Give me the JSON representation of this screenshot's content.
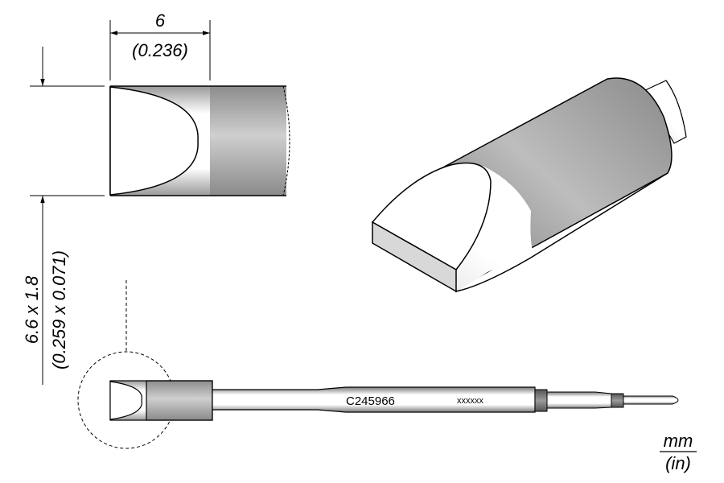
{
  "drawing": {
    "part_number": "C245966",
    "marking_placeholder": "xxxxxx",
    "width_dimension": {
      "mm": "6",
      "in": "(0.236)"
    },
    "tip_dimension": {
      "mm": "6.6 x 1.8",
      "in": "(0.259 x 0.071)"
    },
    "units": {
      "primary": "mm",
      "secondary": "(in)"
    }
  },
  "colors": {
    "line": "#000000",
    "body_gray_dark": "#8a8a8a",
    "body_gray_light": "#d0d0d0",
    "face_white": "#ffffff",
    "band_gray": "#7a7a7a"
  }
}
